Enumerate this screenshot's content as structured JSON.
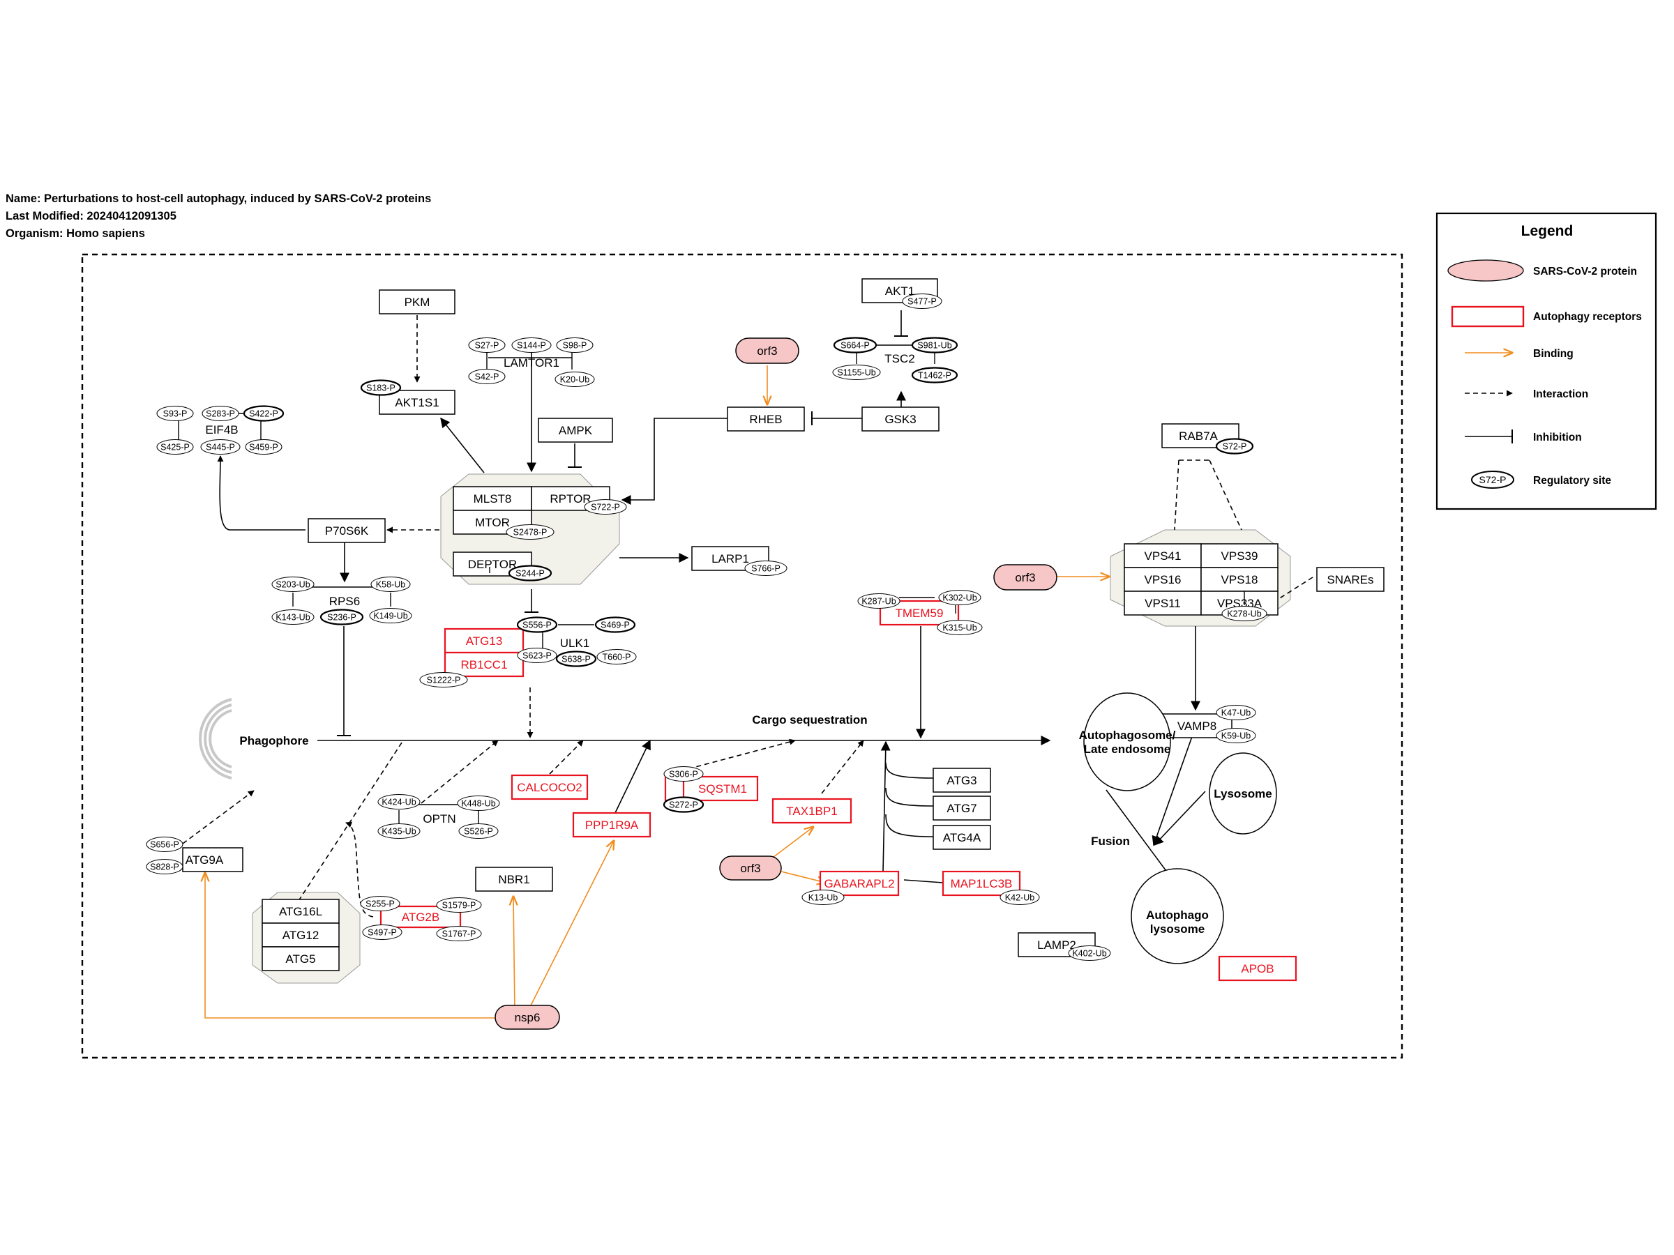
{
  "header": {
    "name": "Name: Perturbations to host-cell autophagy, induced by SARS-CoV-2 proteins",
    "modified": "Last Modified: 20240412091305",
    "organism": "Organism: Homo sapiens"
  },
  "legend": {
    "title": "Legend",
    "sars": "SARS-CoV-2 protein",
    "receptors": "Autophagy receptors",
    "binding": "Binding",
    "interaction": "Interaction",
    "inhibition": "Inhibition",
    "site_example": "S72-P",
    "site_label": "Regulatory site"
  },
  "colors": {
    "sars_fill": "#f7c6c7",
    "receptor": "#e8131f",
    "binding": "#f28c1e",
    "complex_fill": "#f2f2ea"
  },
  "nodes": {
    "PKM": "PKM",
    "AKT1S1": "AKT1S1",
    "EIF4B": "EIF4B",
    "LAMTOR1": "LAMTOR1",
    "AMPK": "AMPK",
    "RHEB": "RHEB",
    "orf3_top": "orf3",
    "AKT1": "AKT1",
    "TSC2": "TSC2",
    "GSK3": "GSK3",
    "MLST8": "MLST8",
    "RPTOR": "RPTOR",
    "MTOR": "MTOR",
    "DEPTOR": "DEPTOR",
    "P70S6K": "P70S6K",
    "LARP1": "LARP1",
    "RPS6": "RPS6",
    "ATG13": "ATG13",
    "RB1CC1": "RB1CC1",
    "ULK1": "ULK1",
    "RAB7A": "RAB7A",
    "VPS41": "VPS41",
    "VPS39": "VPS39",
    "VPS16": "VPS16",
    "VPS18": "VPS18",
    "VPS11": "VPS11",
    "VPS33A": "VPS33A",
    "SNAREs": "SNAREs",
    "orf3_mid": "orf3",
    "TMEM59": "TMEM59",
    "Phagophore": "Phagophore",
    "Cargo": "Cargo sequestration",
    "Autophagosome1": "Autophagosome/",
    "Autophagosome2": "Late endosome",
    "VAMP8": "VAMP8",
    "Lysosome": "Lysosome",
    "Fusion": "Fusion",
    "Autolyso1": "Autophago",
    "Autolyso2": "lysosome",
    "ATG9A": "ATG9A",
    "OPTN": "OPTN",
    "CALCOCO2": "CALCOCO2",
    "PPP1R9A": "PPP1R9A",
    "SQSTM1": "SQSTM1",
    "TAX1BP1": "TAX1BP1",
    "orf3_low": "orf3",
    "GABARAPL2": "GABARAPL2",
    "MAP1LC3B": "MAP1LC3B",
    "ATG3": "ATG3",
    "ATG7": "ATG7",
    "ATG4A": "ATG4A",
    "ATG16L": "ATG16L",
    "ATG12": "ATG12",
    "ATG5": "ATG5",
    "ATG2B": "ATG2B",
    "NBR1": "NBR1",
    "nsp6": "nsp6",
    "LAMP2": "LAMP2",
    "APOB": "APOB"
  },
  "sites": {
    "akt1s1_s183": "S183-P",
    "eif4b_s93": "S93-P",
    "eif4b_s283": "S283-P",
    "eif4b_s422": "S422-P",
    "eif4b_s425": "S425-P",
    "eif4b_s445": "S445-P",
    "eif4b_s459": "S459-P",
    "lamtor_s27": "S27-P",
    "lamtor_s144": "S144-P",
    "lamtor_s98": "S98-P",
    "lamtor_s42": "S42-P",
    "lamtor_k20": "K20-Ub",
    "akt1_s477": "S477-P",
    "tsc2_s664": "S664-P",
    "tsc2_s981": "S981-Ub",
    "tsc2_s1155": "S1155-Ub",
    "tsc2_t1462": "T1462-P",
    "rptor_s722": "S722-P",
    "mtor_s2478": "S2478-P",
    "deptor_s244": "S244-P",
    "larp1_s766": "S766-P",
    "rps6_s203": "S203-Ub",
    "rps6_k58": "K58-Ub",
    "rps6_k143": "K143-Ub",
    "rps6_s236": "S236-P",
    "rps6_k149": "K149-Ub",
    "ulk1_s556": "S556-P",
    "ulk1_s469": "S469-P",
    "ulk1_s623": "S623-P",
    "ulk1_s638": "S638-P",
    "ulk1_t660": "T660-P",
    "rb1cc1_s1222": "S1222-P",
    "rab7a_s72": "S72-P",
    "vps33a_k278": "K278-Ub",
    "tmem59_k287": "K287-Ub",
    "tmem59_k302": "K302-Ub",
    "tmem59_k315": "K315-Ub",
    "vamp8_k47": "K47-Ub",
    "vamp8_k59": "K59-Ub",
    "atg9a_s656": "S656-P",
    "atg9a_s828": "S828-P",
    "optn_k424": "K424-Ub",
    "optn_k448": "K448-Ub",
    "optn_k435": "K435-Ub",
    "optn_s526": "S526-P",
    "sqstm1_s306": "S306-P",
    "sqstm1_s272": "S272-P",
    "gabarapl2_k13": "K13-Ub",
    "map1lc3b_k42": "K42-Ub",
    "atg2b_s255": "S255-P",
    "atg2b_s1579": "S1579-P",
    "atg2b_s497": "S497-P",
    "atg2b_s1767": "S1767-P",
    "lamp2_k402": "K402-Ub"
  }
}
